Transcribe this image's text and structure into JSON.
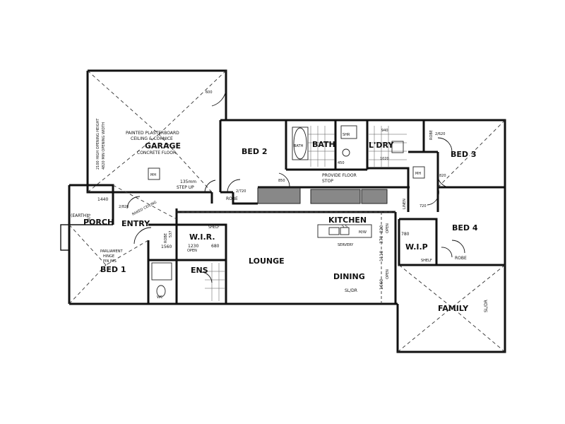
{
  "rooms": {
    "garage": "GARAGE",
    "bed2": "BED 2",
    "bath": "BATH",
    "ldry": "L'DRY",
    "bed3": "BED 3",
    "bed4": "BED 4",
    "bed1": "BED 1",
    "ens": "ENS",
    "wir_bed1": "W.I.R.",
    "wip": "W.I.P",
    "lounge": "LOUNGE",
    "dining": "DINING",
    "kitchen": "KITCHEN",
    "family": "FAMILY",
    "porch": "PORCH",
    "entry": "ENTRY"
  },
  "notes": {
    "garage_ceiling_1": "PAINTED PLASTERBOARD",
    "garage_ceiling_2": "CEILING & CORNICE",
    "garage_floor": "CONCRETE FLOOR",
    "garage_opening_1": "2100 HIGH OPENING HEIGHT",
    "garage_opening_2": "4820 MIN OPENING WIDTH",
    "step_up_1": "135mm",
    "step_up_2": "STEP UP",
    "floor_stop_1": "PROVIDE FLOOR",
    "floor_stop_2": "STOP",
    "parliament_1": "PARLIAMENT",
    "parliament_2": "HINGE",
    "parliament_3": "PIN JMS",
    "earth": "(EARTH)",
    "serve": "SERVERY",
    "ss": "S.S",
    "mw": "M/W",
    "open1": "OPEN",
    "open2": "OPEN",
    "open3": "OPEN",
    "shelf1": "SHELF",
    "shelf2": "SHELF",
    "robe1": "ROBE",
    "robe2": "ROBE",
    "robe3": "ROBE",
    "robe4": "ROBE",
    "linen": "LINEN",
    "shr": "SHR",
    "mh1": "MH",
    "mh2": "MH",
    "sldr1": "SL/DR",
    "sldr2": "SL/DR",
    "wc": "WC",
    "bath_lbl": "BATH",
    "raked": "RAKED CEILING"
  },
  "dims": {
    "d1440": "1440",
    "d1560": "1560",
    "d1230": "1230",
    "d680": "680",
    "d537": "537",
    "d1660": "1660",
    "d1110": "1110",
    "d370": "370",
    "d820": "820",
    "d780": "780",
    "d850": "850",
    "d820b": "820",
    "d720": "720",
    "d600": "600",
    "d940": "940",
    "d1020": "1020",
    "d450": "450",
    "d2_620": "2/620",
    "d2_720": "2/720",
    "d2_820": "2/820",
    "d470": "470"
  }
}
